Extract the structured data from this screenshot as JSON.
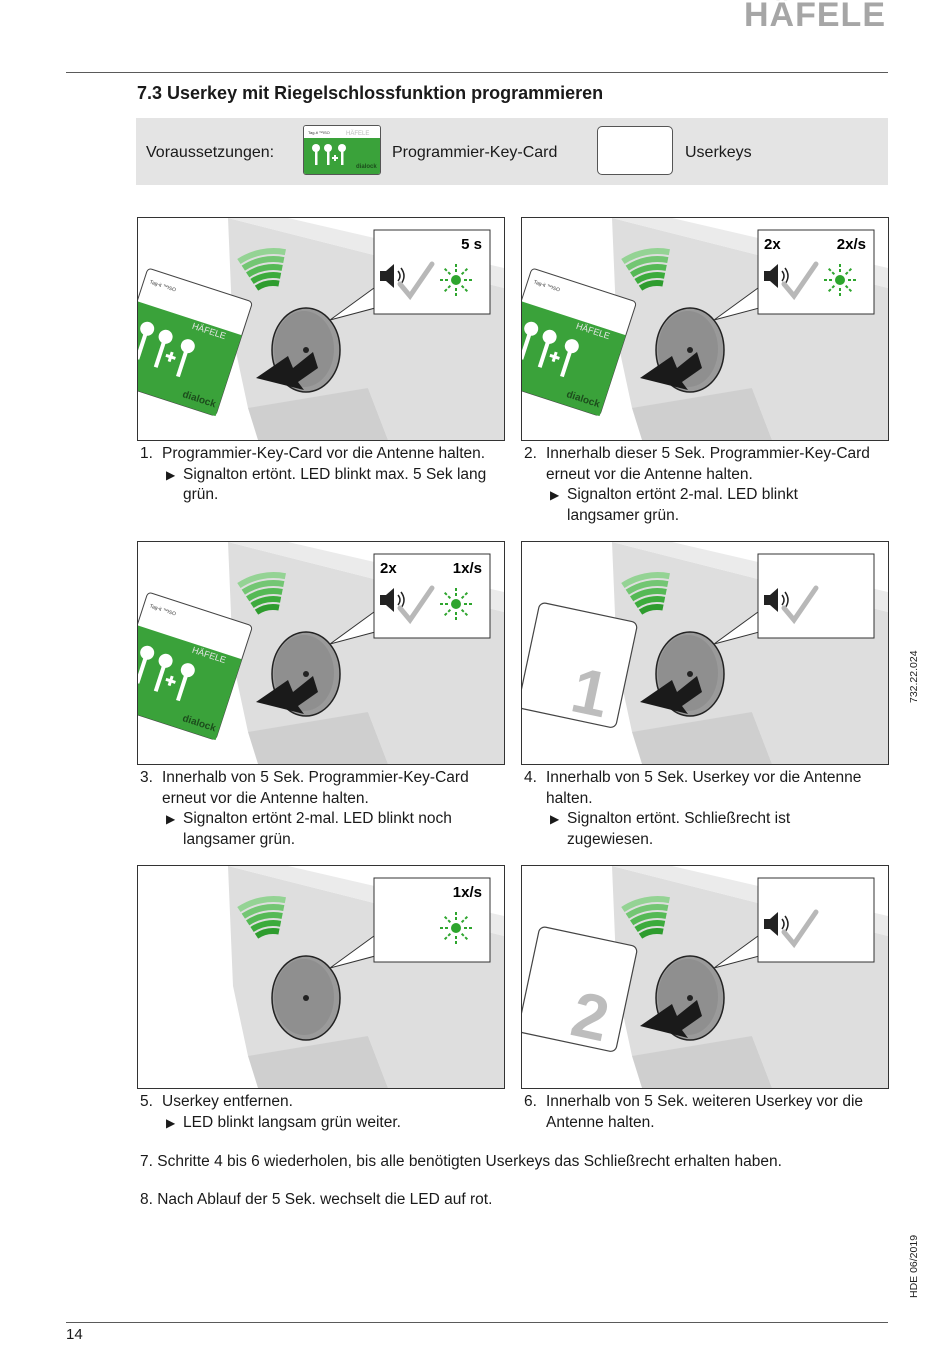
{
  "brand": {
    "logo": "HÄFELE"
  },
  "section": {
    "title": "7.3 Userkey mit Riegelschlossfunktion programmieren"
  },
  "prerequisites": {
    "label": "Voraussetzungen:",
    "programming_card": "Programmier-Key-Card",
    "userkeys": "Userkeys"
  },
  "card_art": {
    "small_text": "Tag-it ™ISO",
    "brand": "HÄFELE",
    "product": "dialock"
  },
  "panels": [
    {
      "bubble_left": "",
      "bubble_right": "5 s",
      "card": "program",
      "sound": true,
      "led": true,
      "key_number": "",
      "hand": true
    },
    {
      "bubble_left": "2x",
      "bubble_right": "2x/s",
      "card": "program",
      "sound": true,
      "led": true,
      "key_number": "",
      "hand": true
    },
    {
      "bubble_left": "2x",
      "bubble_right": "1x/s",
      "card": "program",
      "sound": true,
      "led": true,
      "key_number": "",
      "hand": true
    },
    {
      "bubble_left": "",
      "bubble_right": "",
      "card": "user",
      "sound": true,
      "led": false,
      "key_number": "1",
      "hand": true
    },
    {
      "bubble_left": "",
      "bubble_right": "1x/s",
      "card": "none",
      "sound": false,
      "led": true,
      "key_number": "",
      "hand": false
    },
    {
      "bubble_left": "",
      "bubble_right": "",
      "card": "user",
      "sound": true,
      "led": false,
      "key_number": "2",
      "hand": true
    }
  ],
  "steps": [
    {
      "num": "1.",
      "lines": [
        "Programmier-Key-Card vor die Antenne halten."
      ],
      "result": [
        "Signalton ertönt. LED blinkt max. 5 Sek lang",
        "grün."
      ]
    },
    {
      "num": "2.",
      "lines": [
        "Innerhalb dieser 5 Sek. Programmier-Key-Card",
        "erneut vor die Antenne halten."
      ],
      "result": [
        "Signalton ertönt 2-mal. LED blinkt",
        "langsamer grün."
      ]
    },
    {
      "num": "3.",
      "lines": [
        "Innerhalb von 5 Sek. Programmier-Key-Card",
        "erneut vor die Antenne halten."
      ],
      "result": [
        "Signalton ertönt 2-mal. LED blinkt noch",
        "langsamer grün."
      ]
    },
    {
      "num": "4.",
      "lines": [
        "Innerhalb von 5 Sek. Userkey vor die Antenne",
        "halten."
      ],
      "result": [
        "Signalton ertönt. Schließrecht ist",
        "zugewiesen."
      ]
    },
    {
      "num": "5.",
      "lines": [
        "Userkey entfernen."
      ],
      "result": [
        "LED blinkt langsam grün weiter."
      ]
    },
    {
      "num": "6.",
      "lines": [
        "Innerhalb von 5 Sek. weiteren Userkey vor die",
        "Antenne halten."
      ],
      "result": []
    }
  ],
  "step7": "7. Schritte 4 bis 6 wiederholen, bis alle benötigten Userkeys das Schließrecht erhalten haben.",
  "step8": "8. Nach Ablauf der 5 Sek. wechselt die LED auf rot.",
  "doc_number": "732.22.024",
  "edition": "HDE 06/2019",
  "page_number": "14"
}
